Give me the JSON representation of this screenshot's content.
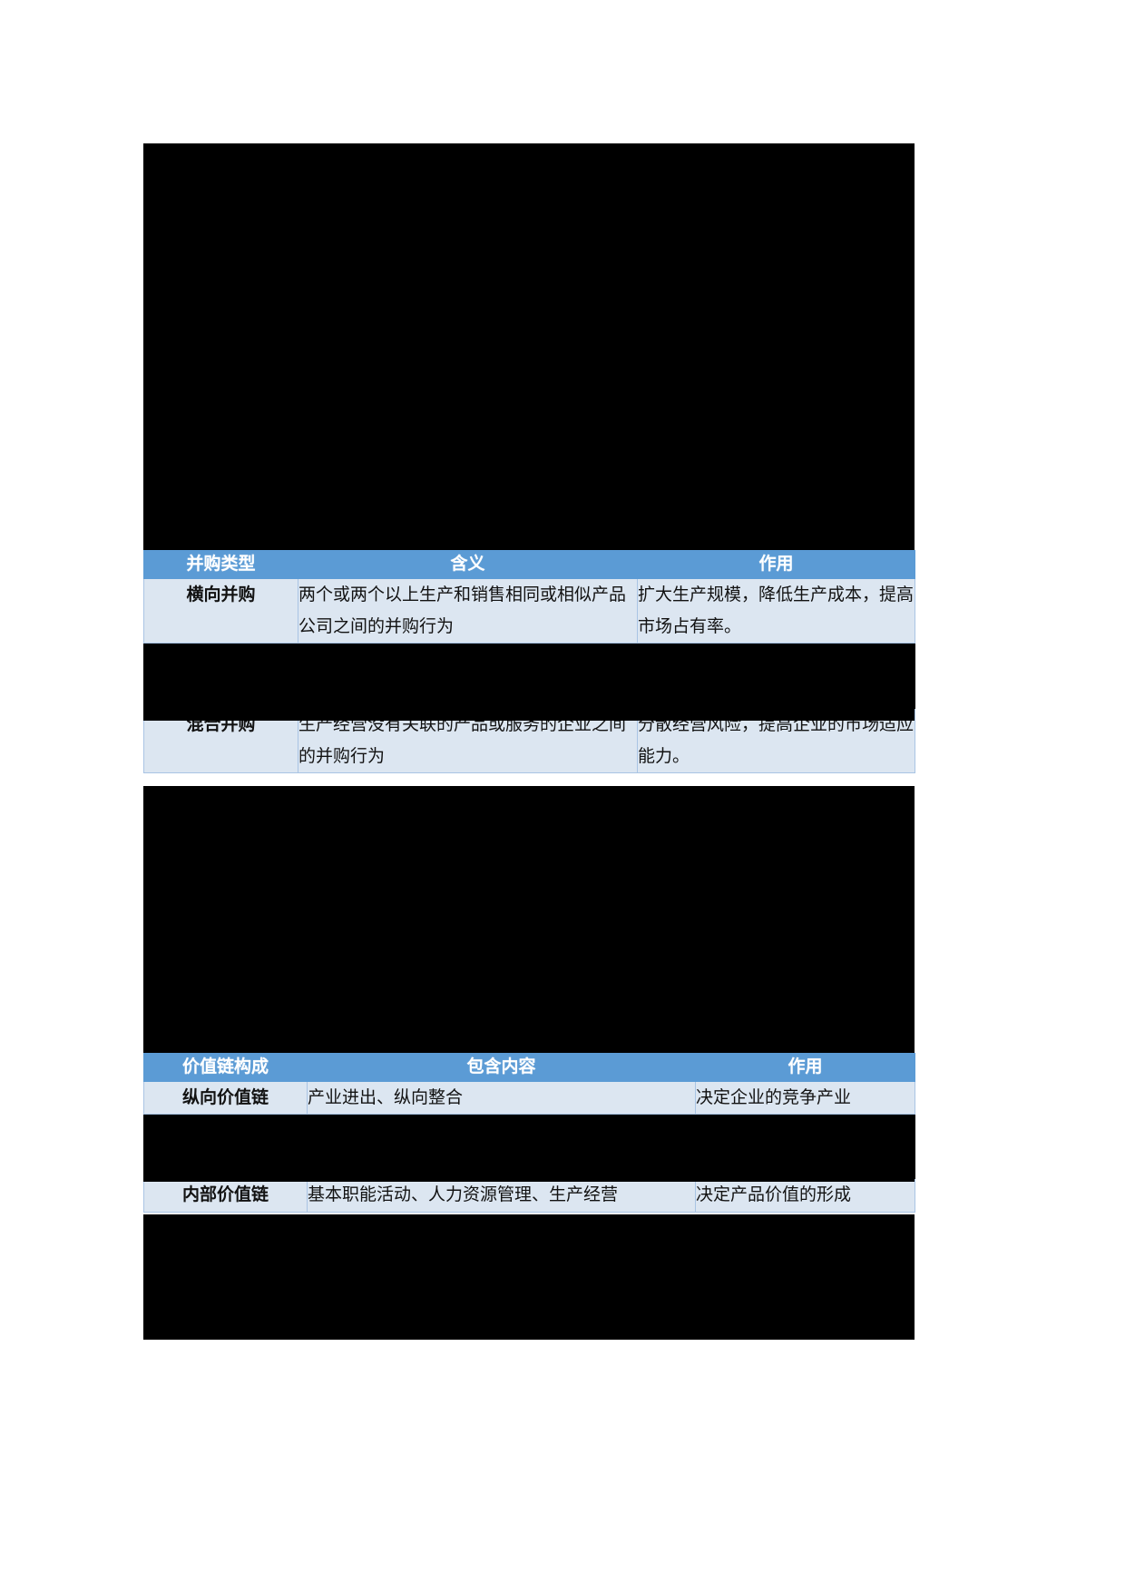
{
  "page": {
    "background_color": "#ffffff",
    "redaction_color": "#000000",
    "header_color": "#5b9bd5",
    "row_color": "#dce6f1",
    "border_color": "#a9c4e4"
  },
  "tables": [
    {
      "name": "merger-acquisition-types",
      "headers": [
        "并购类型",
        "含义",
        "作用"
      ],
      "rows": [
        {
          "redacted": false,
          "cells": [
            "横向并购",
            "两个或两个以上生产和销售相同或相似产品公司之间的并购行为",
            "扩大生产规模，降低生产成本，提高市场占有率。"
          ]
        },
        {
          "redacted": true,
          "cells": [
            "",
            "",
            ""
          ]
        },
        {
          "redacted": false,
          "cells": [
            "混合并购",
            "生产经营没有关联的产品或服务的企业之间的并购行为",
            "分散经营风险，提高企业的市场适应能力。"
          ]
        }
      ]
    },
    {
      "name": "value-chain-composition",
      "headers": [
        "价值链构成",
        "包含内容",
        "作用"
      ],
      "rows": [
        {
          "redacted": false,
          "cells": [
            "纵向价值链",
            "产业进出、纵向整合",
            "决定企业的竞争产业"
          ]
        },
        {
          "redacted": true,
          "cells": [
            "",
            "",
            ""
          ]
        },
        {
          "redacted": false,
          "cells": [
            "内部价值链",
            "基本职能活动、人力资源管理、生产经营",
            "决定产品价值的形成"
          ]
        }
      ]
    }
  ]
}
